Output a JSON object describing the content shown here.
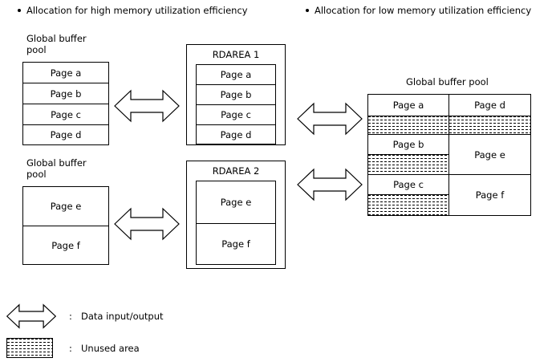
{
  "headings": {
    "left": "Allocation for high memory utilization efficiency",
    "right": "Allocation for low memory utilization efficiency"
  },
  "left_panel": {
    "pool_top": {
      "caption_line1": "Global buffer",
      "caption_line2": "pool",
      "pages": [
        "Page a",
        "Page b",
        "Page c",
        "Page d"
      ]
    },
    "pool_bottom": {
      "caption_line1": "Global buffer",
      "caption_line2": "pool",
      "pages": [
        "Page e",
        "Page f"
      ]
    },
    "rdarea_top": {
      "title": "RDAREA 1",
      "pages": [
        "Page a",
        "Page b",
        "Page c",
        "Page d"
      ]
    },
    "rdarea_bottom": {
      "title": "RDAREA 2",
      "pages": [
        "Page e",
        "Page f"
      ]
    }
  },
  "right_panel": {
    "title": "Global buffer pool",
    "left_column": [
      {
        "label": "Page a",
        "type": "page"
      },
      {
        "label": "",
        "type": "unused"
      },
      {
        "label": "Page b",
        "type": "page"
      },
      {
        "label": "",
        "type": "unused"
      },
      {
        "label": "Page c",
        "type": "page"
      },
      {
        "label": "",
        "type": "unused"
      }
    ],
    "right_column": [
      {
        "label": "Page d",
        "type": "page"
      },
      {
        "label": "",
        "type": "unused"
      },
      {
        "label": "Page e",
        "type": "page"
      },
      {
        "label": "Page f",
        "type": "page"
      }
    ]
  },
  "legend": [
    {
      "icon": "double-arrow-icon",
      "colon": ":",
      "text": "Data input/output"
    },
    {
      "icon": "unused-area-swatch",
      "colon": ":",
      "text": "Unused area"
    }
  ],
  "colors": {
    "stroke": "#000000",
    "background": "#ffffff"
  }
}
